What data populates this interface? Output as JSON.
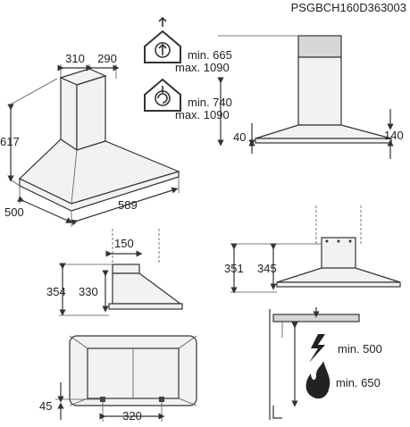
{
  "model_code": "PSGBCH160D363003",
  "iso_view": {
    "d310": "310",
    "d290": "290",
    "d617": "617",
    "d500": "500",
    "d589": "589"
  },
  "venting": {
    "min_label": "min. 665",
    "max_label": "max. 1090",
    "icon": "exhaust-house-icon"
  },
  "recirculation": {
    "min_label": "min. 740",
    "max_label": "max. 1090",
    "icon": "recirculation-house-icon"
  },
  "front_view": {
    "d40": "40",
    "d140": "140"
  },
  "side_view": {
    "d150": "150",
    "d354": "354",
    "d330": "330"
  },
  "back_view": {
    "d351": "351",
    "d345": "345"
  },
  "bottom_view": {
    "d45": "45",
    "d320": "320"
  },
  "clearance": {
    "gas": {
      "icon": "gas-flame-icon",
      "label": "min. 650"
    },
    "electric": {
      "icon": "electric-heat-icon",
      "label": "min. 500"
    }
  }
}
